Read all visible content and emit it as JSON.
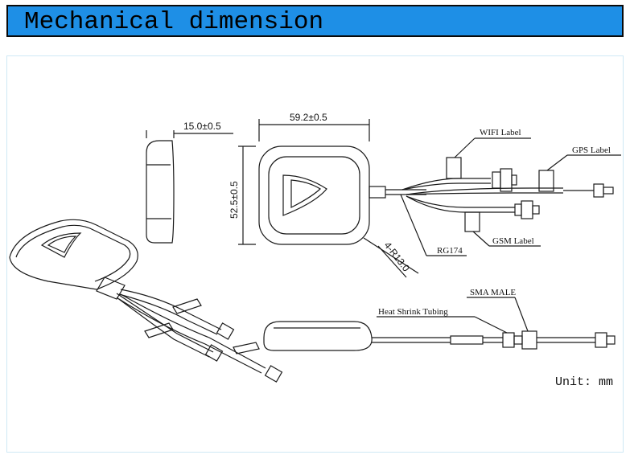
{
  "header": {
    "title": "Mechanical dimension"
  },
  "colors": {
    "banner": "#1e8fe6",
    "panel_border": "#cfe9f5",
    "line": "#1a1a1a"
  },
  "drawing": {
    "dimensions": {
      "thickness": "15.0±0.5",
      "width": "59.2±0.5",
      "height": "52.5±0.5",
      "corner_radius": "4-R13.0"
    },
    "labels": {
      "wifi": "WIFI Label",
      "gps": "GPS Label",
      "gsm": "GSM Label",
      "cable": "RG174",
      "connector": "SMA MALE",
      "heat_shrink": "Heat Shrink Tubing"
    },
    "unit_text": "Unit: mm"
  }
}
